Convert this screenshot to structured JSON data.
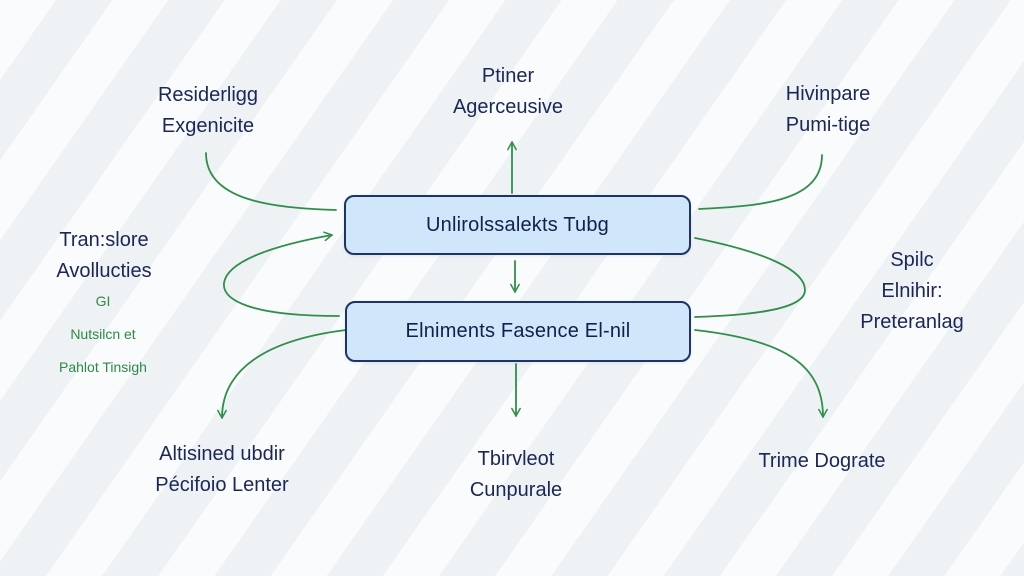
{
  "nodes": {
    "top": "Unlirolssalekts Tubg",
    "bottom": "Elniments Fasence El-nil"
  },
  "labels": {
    "top_left": [
      "Residerligg",
      "Exgenicite"
    ],
    "top_center": [
      "Ptiner",
      "Agerceusive"
    ],
    "top_right": [
      "Hivinpare",
      "Pumi-tige"
    ],
    "mid_left": [
      "Tran:slore",
      "Avollucties"
    ],
    "mid_left_green": [
      "GI",
      "Nutsilcn et",
      "Pahlot Tinsigh"
    ],
    "mid_right": [
      "Spilc",
      "Elnihir:",
      "Preteranlag"
    ],
    "bottom_left": [
      "Altisined ubdir",
      "Pécifoio Lenter"
    ],
    "bottom_center": [
      "Tbirvleot",
      "Cunpurale"
    ],
    "bottom_right": [
      "Trime Dograte"
    ]
  },
  "colors": {
    "arrow": "#2f8f4a",
    "node_fill": "#cfe6fb",
    "node_border": "#1e3466",
    "text": "#1b2756",
    "green_text": "#2b8a45"
  }
}
